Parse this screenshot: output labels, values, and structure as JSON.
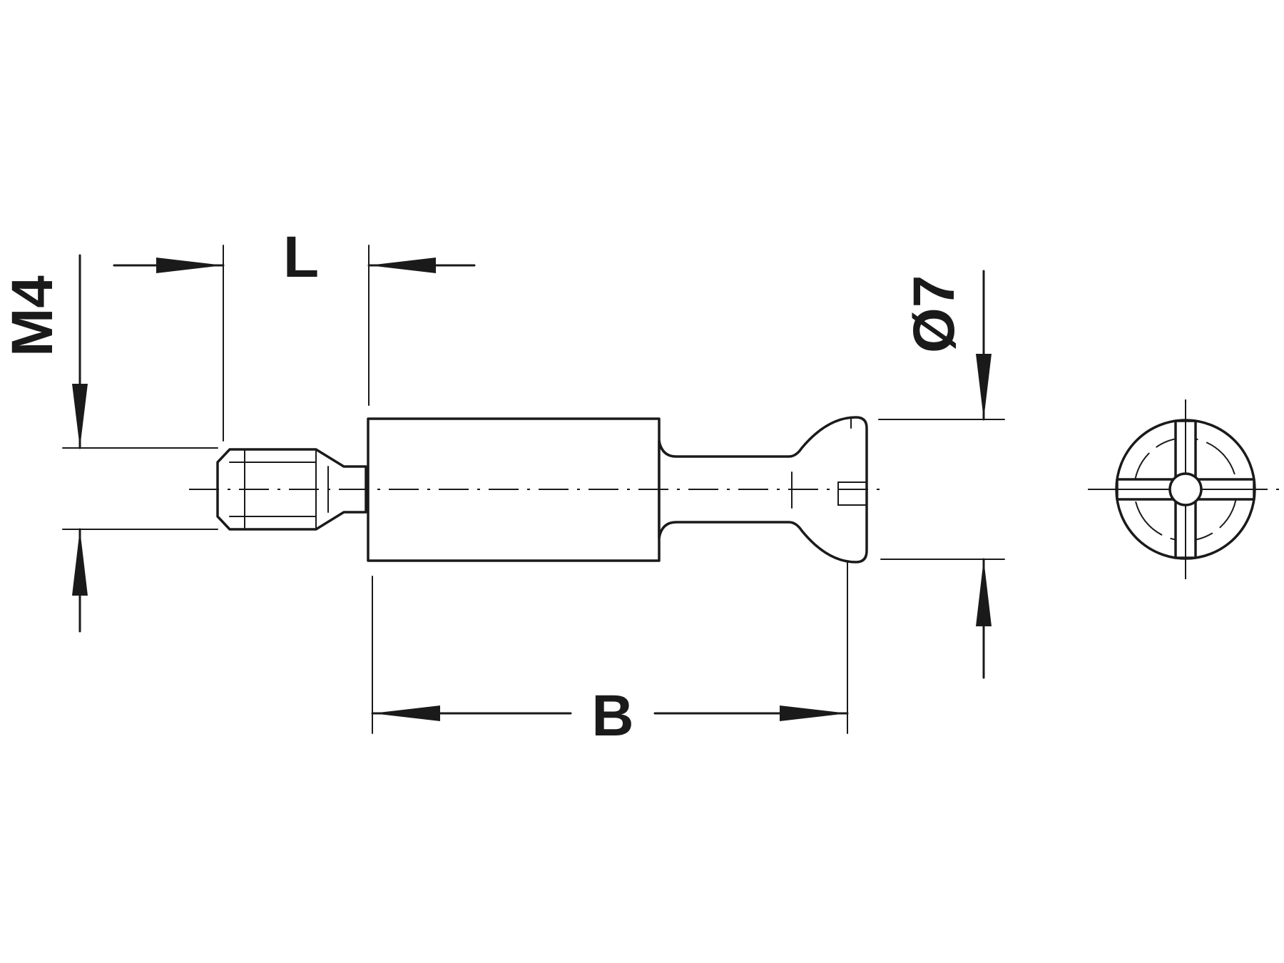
{
  "labels": {
    "thread": "M4",
    "length": "L",
    "body_length": "B",
    "head_diameter": "Ø7"
  },
  "colors": {
    "ink": "#1a1a1a",
    "background": "#ffffff"
  }
}
